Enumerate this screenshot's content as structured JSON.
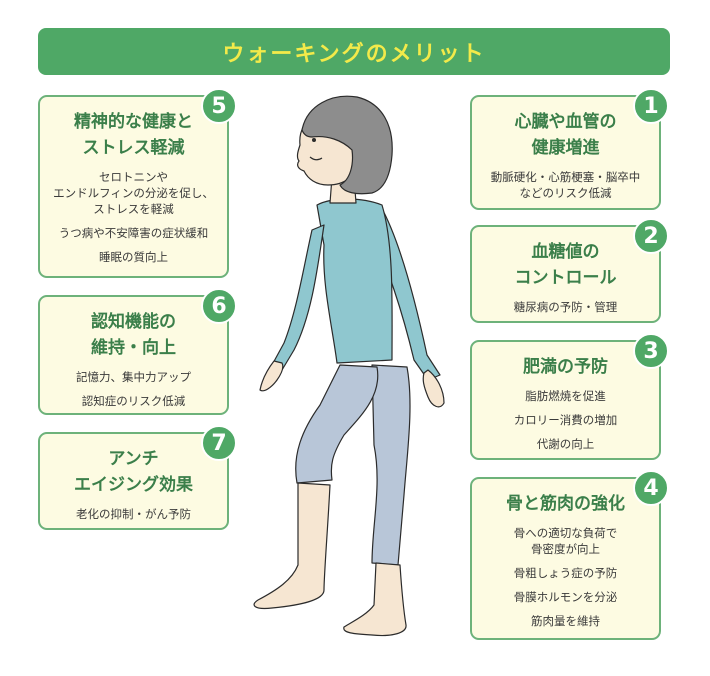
{
  "header": {
    "title": "ウォーキングのメリット"
  },
  "colors": {
    "header_bg": "#4fa866",
    "header_text": "#f3ea4a",
    "card_bg": "#fdfbe2",
    "card_border": "#6db27a",
    "title_text": "#3b7f4a",
    "badge": "#4fa866"
  },
  "cards": [
    {
      "number": "1",
      "title": "心臓や血管の\n健康増進",
      "items": [
        "動脈硬化・心筋梗塞・脳卒中\nなどのリスク低減"
      ]
    },
    {
      "number": "2",
      "title": "血糖値の\nコントロール",
      "items": [
        "糖尿病の予防・管理"
      ]
    },
    {
      "number": "3",
      "title": "肥満の予防",
      "items": [
        "脂肪燃焼を促進",
        "カロリー消費の増加",
        "代謝の向上"
      ]
    },
    {
      "number": "4",
      "title": "骨と筋肉の強化",
      "items": [
        "骨への適切な負荷で\n骨密度が向上",
        "骨粗しょう症の予防",
        "骨膜ホルモンを分泌",
        "筋肉量を維持"
      ]
    },
    {
      "number": "5",
      "title": "精神的な健康と\nストレス軽減",
      "items": [
        "セロトニンや\nエンドルフィンの分泌を促し、\nストレスを軽減",
        "うつ病や不安障害の症状緩和",
        "睡眠の質向上"
      ]
    },
    {
      "number": "6",
      "title": "認知機能の\n維持・向上",
      "items": [
        "記憶力、集中力アップ",
        "認知症のリスク低減"
      ]
    },
    {
      "number": "7",
      "title": "アンチ\nエイジング効果",
      "items": [
        "老化の抑制・がん予防"
      ]
    }
  ],
  "illustration": {
    "subject": "walking-woman"
  }
}
